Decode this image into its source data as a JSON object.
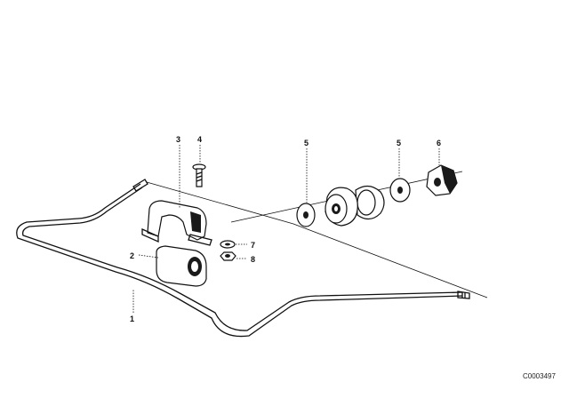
{
  "callouts": {
    "c1": "1",
    "c2": "2",
    "c3": "3",
    "c4": "4",
    "c5a": "5",
    "c5b": "5",
    "c6": "6",
    "c7": "7",
    "c8": "8"
  },
  "diagram_id": "C0003497",
  "parts": [
    {
      "number": "1",
      "icon": "stabilizer-bar-icon"
    },
    {
      "number": "2",
      "icon": "rubber-mounting-icon"
    },
    {
      "number": "3",
      "icon": "clamp-bracket-icon"
    },
    {
      "number": "4",
      "icon": "bolt-icon"
    },
    {
      "number": "5",
      "icon": "washer-icon"
    },
    {
      "number": "6",
      "icon": "nut-icon"
    },
    {
      "number": "7",
      "icon": "lock-washer-icon"
    },
    {
      "number": "8",
      "icon": "nut-icon"
    }
  ]
}
